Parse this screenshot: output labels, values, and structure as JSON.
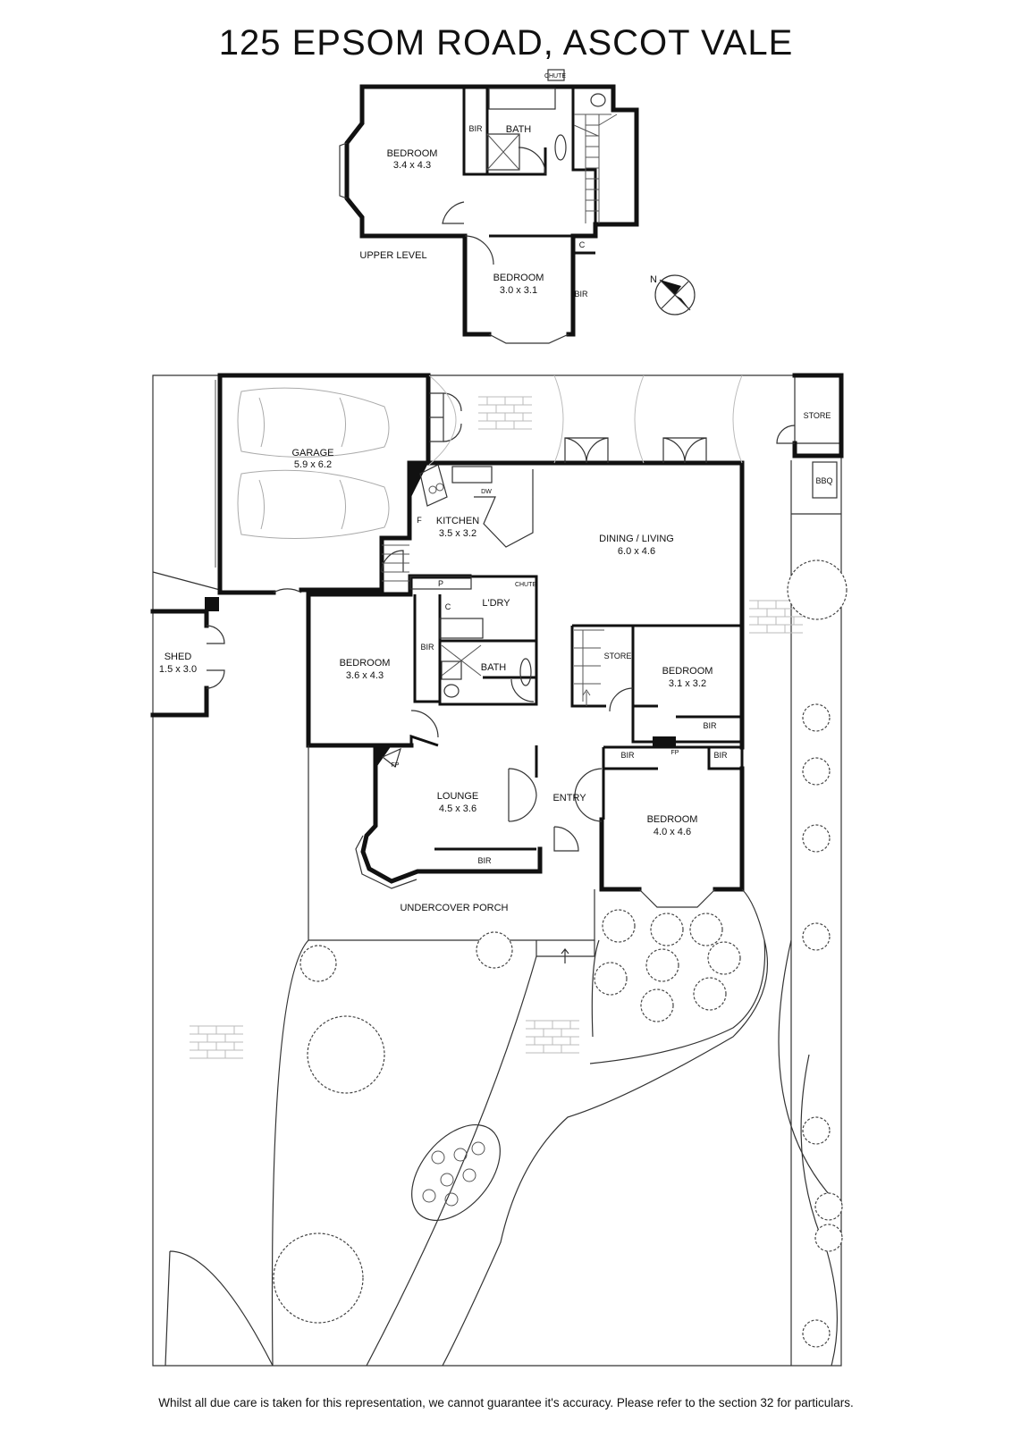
{
  "title": "125 EPSOM ROAD, ASCOT VALE",
  "disclaimer": "Whilst all due care is taken for this representation, we cannot guarantee it's accuracy. Please refer to the section 32 for particulars.",
  "compass": {
    "north_label": "N"
  },
  "upper_level": {
    "level_label": "UPPER LEVEL",
    "bedroom_a": {
      "name": "BEDROOM",
      "size": "3.4 x 4.3"
    },
    "bedroom_b": {
      "name": "BEDROOM",
      "size": "3.0 x 3.1"
    },
    "bath": "BATH",
    "bir_a": "BIR",
    "bir_b": "BIR",
    "cupboard": "C",
    "chute": "CHUTE"
  },
  "ground_level": {
    "garage": {
      "name": "GARAGE",
      "size": "5.9 x 6.2"
    },
    "kitchen": {
      "name": "KITCHEN",
      "size": "3.5 x 3.2"
    },
    "dining_living": {
      "name": "DINING / LIVING",
      "size": "6.0 x 4.6"
    },
    "shed": {
      "name": "SHED",
      "size": "1.5 x 3.0"
    },
    "bedroom_west": {
      "name": "BEDROOM",
      "size": "3.6 x 4.3"
    },
    "bedroom_east": {
      "name": "BEDROOM",
      "size": "3.1 x 3.2"
    },
    "bedroom_front": {
      "name": "BEDROOM",
      "size": "4.0 x 4.6"
    },
    "lounge": {
      "name": "LOUNGE",
      "size": "4.5 x 3.6"
    },
    "laundry": "L'DRY",
    "bath": "BATH",
    "entry": "ENTRY",
    "store_stairs": "STORE",
    "store_outdoor": "STORE",
    "bbq": "BBQ",
    "porch": "UNDERCOVER PORCH",
    "pantry": "P",
    "cupboard": "C",
    "fridge": "F",
    "dishwasher": "DW",
    "chute": "CHUTE",
    "fireplace_a": "FP",
    "fireplace_b": "FP",
    "bir_west": "BIR",
    "bir_east": "BIR",
    "bir_front_left": "BIR",
    "bir_front_right": "BIR",
    "bir_lounge": "BIR"
  }
}
